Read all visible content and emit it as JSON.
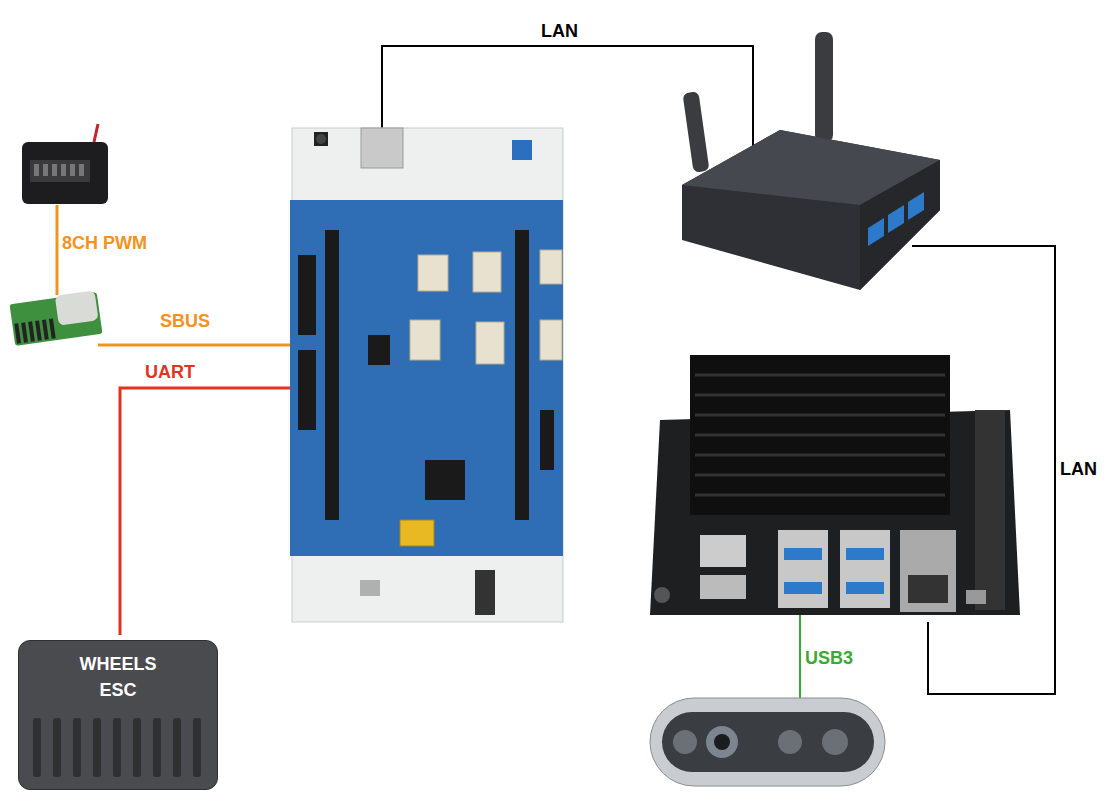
{
  "diagram": {
    "nodes": [
      {
        "text": [
          "WHEELS ESC"
        ]
      }
    ],
    "labels": [
      "LAN",
      "8CH PWM",
      "SBUS",
      "UART",
      "LAN",
      "USB3"
    ]
  }
}
